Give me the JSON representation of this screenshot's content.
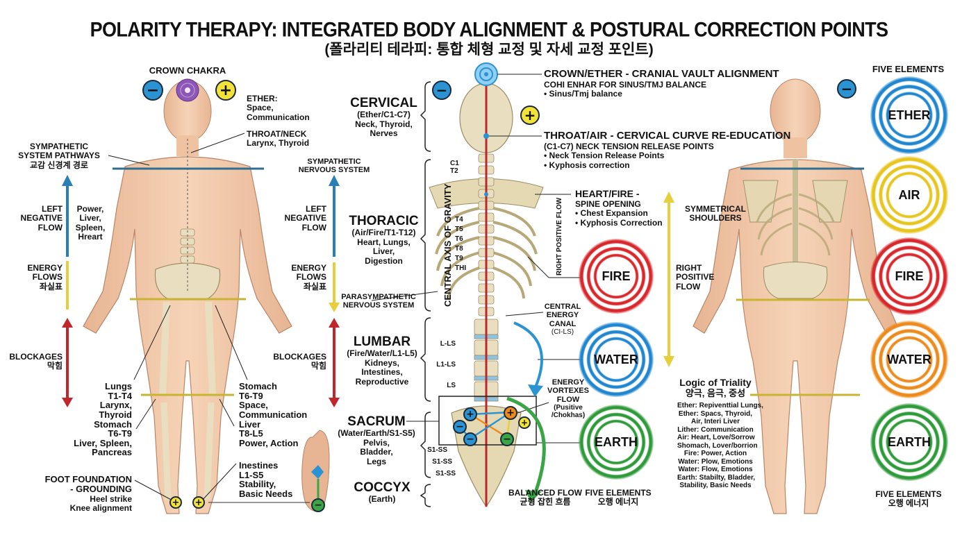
{
  "header": {
    "title": "POLARITY THERAPY: INTEGRATED BODY ALIGNMENT & POSTURAL CORRECTION POINTS",
    "subtitle": "(폴라리티 테라피: 통합 체형 교정 및 자세 교정 포인트)"
  },
  "icons": {
    "minus": "−",
    "plus": "+"
  },
  "left_figure": {
    "crown_chakra": "CROWN CHAKRA",
    "ether": [
      "ETHER:",
      "Space,",
      "Communication"
    ],
    "throat_neck": [
      "THROAT/NECK",
      "Larynx, Thyroid"
    ],
    "sympathetic_pathways": [
      "SYMPATHETIC",
      "SYSTEM PATHWAYS",
      "교감 신경계 경로"
    ],
    "left_negative_flow": [
      "LEFT",
      "NEGATIVE",
      "FLOW"
    ],
    "organs": [
      "Power,",
      "Liver,",
      "Spleen,",
      "Hreart"
    ],
    "energy_flows": [
      "ENERGY",
      "FLOWS",
      "좌실표"
    ],
    "blockages": [
      "BLOCKAGES",
      "막힘"
    ],
    "lungs_block": [
      "Lungs",
      "T1-T4",
      "Larynx,",
      "Thyroid",
      "Stomach",
      "T6-T9",
      "Liver, Spleen,",
      "Pancreas"
    ],
    "stomach_block": [
      "Stomach",
      "T6-T9",
      "Space,",
      "Communication",
      "Liver",
      "T8-L5",
      "Power, Action"
    ],
    "intestines_block": [
      "Inestines",
      "L1-S5",
      "Stability,",
      "Basic Needs"
    ],
    "foot_foundation": [
      "FOOT FOUNDATION",
      "- GROUNDING"
    ],
    "foot_notes": [
      "Heel strike",
      "Knee alignment"
    ]
  },
  "center_left_labels": {
    "sympathetic_ns": [
      "SYMPATHETIC",
      "NERVOUS SYSTEM"
    ],
    "left_negative_flow": [
      "LEFT",
      "NEGATIVE",
      "FLOW"
    ],
    "energy_flows": [
      "ENERGY",
      "FLOWS",
      "좌실표"
    ],
    "parasympathetic_ns": [
      "PARASYMPATHETIC",
      "NERVOUS SYSTEM"
    ],
    "blockages": [
      "BLOCKAGES",
      "막힘"
    ]
  },
  "spine_regions": [
    {
      "name": "CERVICAL",
      "detail": [
        "(Ether/C1-C7)",
        "Neck, Thyroid,",
        "Nerves"
      ]
    },
    {
      "name": "THORACIC",
      "detail": [
        "(Air/Fire/T1-T12)",
        "Heart, Lungs,",
        "Liver,",
        "Digestion"
      ]
    },
    {
      "name": "LUMBAR",
      "detail": [
        "(Fire/Water/L1-L5)",
        "Kidneys,",
        "Intestines,",
        "Reproductive"
      ]
    },
    {
      "name": "SACRUM",
      "detail": [
        "(Water/Earth/S1-S5)",
        "Pelvis,",
        "Bladder,",
        "Legs"
      ]
    },
    {
      "name": "COCCYX",
      "detail": [
        "(Earth)"
      ]
    }
  ],
  "vertebra_labels": {
    "upper": [
      "C1",
      "T2"
    ],
    "thoracic": [
      "T4",
      "T5",
      "T6",
      "T8",
      "T9",
      "THI"
    ],
    "lumbar": [
      "L-LS",
      "L1-LS",
      "LS"
    ],
    "sacral": [
      "S1-SS",
      "S1-SS",
      "S1-SS"
    ]
  },
  "central_axis": "CENTRAL AXIS OF GRAVITY",
  "right_positive_flow_vertical": "RIGHT POSITIVE FLOW",
  "annotations": {
    "crown": {
      "heading": "CROWN/ETHER - CRANIAL VAULT ALIGNMENT",
      "sub": "COHI ENHAR FOR SINUS/TMJ BALANCE",
      "bullets": [
        "• Sinus/Tmj balance"
      ]
    },
    "throat": {
      "heading": "THROAT/AIR - CERVICAL CURVE RE-EDUCATION",
      "sub": "(C1-C7) NECK TENSION RELEASE POINTS",
      "bullets": [
        "• Neck Tension Release Points",
        "• Kyphosis correction"
      ]
    },
    "heart": {
      "heading": "HEART/FIRE -",
      "sub": "SPINE OPENING",
      "bullets": [
        "• Chest Expansion",
        "• Kyphosis Correction"
      ]
    },
    "central_canal": [
      "CENTRAL",
      "ENERGY",
      "CANAL",
      "(CI-LS)"
    ],
    "vortexes": [
      "ENERGY",
      "VORTEXES",
      "FLOW",
      "(Pusitive",
      "/Chokhas)"
    ],
    "balanced_flow": [
      "BALANCED FLOW",
      "균형 잡힌 흐름"
    ],
    "five_elements_center": [
      "FIVE ELEMENTS",
      "오행 에너지"
    ]
  },
  "center_rings": [
    {
      "label": "FIRE",
      "color": "#d8282c"
    },
    {
      "label": "WATER",
      "color": "#1f86cf"
    },
    {
      "label": "EARTH",
      "color": "#2f9a3a"
    }
  ],
  "right_side": {
    "symmetrical_shoulders": [
      "SYMMETRICAL",
      "SHOULDERS"
    ],
    "right_positive_flow": [
      "RIGHT",
      "POSITIVE",
      "FLOW"
    ],
    "triality_title": "Logic of Triality",
    "triality_korean": "양극, 음극, 중성",
    "triality_lines": [
      "Ether: Repiventtial Lungs,",
      "Ether: Spacs, Thyroid,",
      "Air, Interi Liver",
      "Lither: Communication",
      "Air: Heart, Love/Sorrow",
      "Shomach, Lover/borrion",
      "Fire: Power, Action",
      "Water: Plow, Emotions",
      "Water: Flow, Emotions",
      "Earth: Stabilty, Bladder,",
      "Stability, Basic Needs"
    ],
    "five_elements_title": "FIVE ELEMENTS",
    "five_elements_footer": [
      "FIVE ELEMENTS",
      "오행 에너지"
    ]
  },
  "right_rings": [
    {
      "label": "ETHER",
      "color": "#1f86cf"
    },
    {
      "label": "AIR",
      "color": "#e6c51e"
    },
    {
      "label": "FIRE",
      "color": "#d8282c"
    },
    {
      "label": "WATER",
      "color": "#ec8a1c"
    },
    {
      "label": "EARTH",
      "color": "#2f9a3a"
    }
  ],
  "colors": {
    "negative": "#2b93d1",
    "positive": "#f3e23a",
    "blockage": "#c0262b",
    "skin": "#f2c9a8",
    "bone": "#e9dfc0",
    "axis": "#b8282c"
  }
}
